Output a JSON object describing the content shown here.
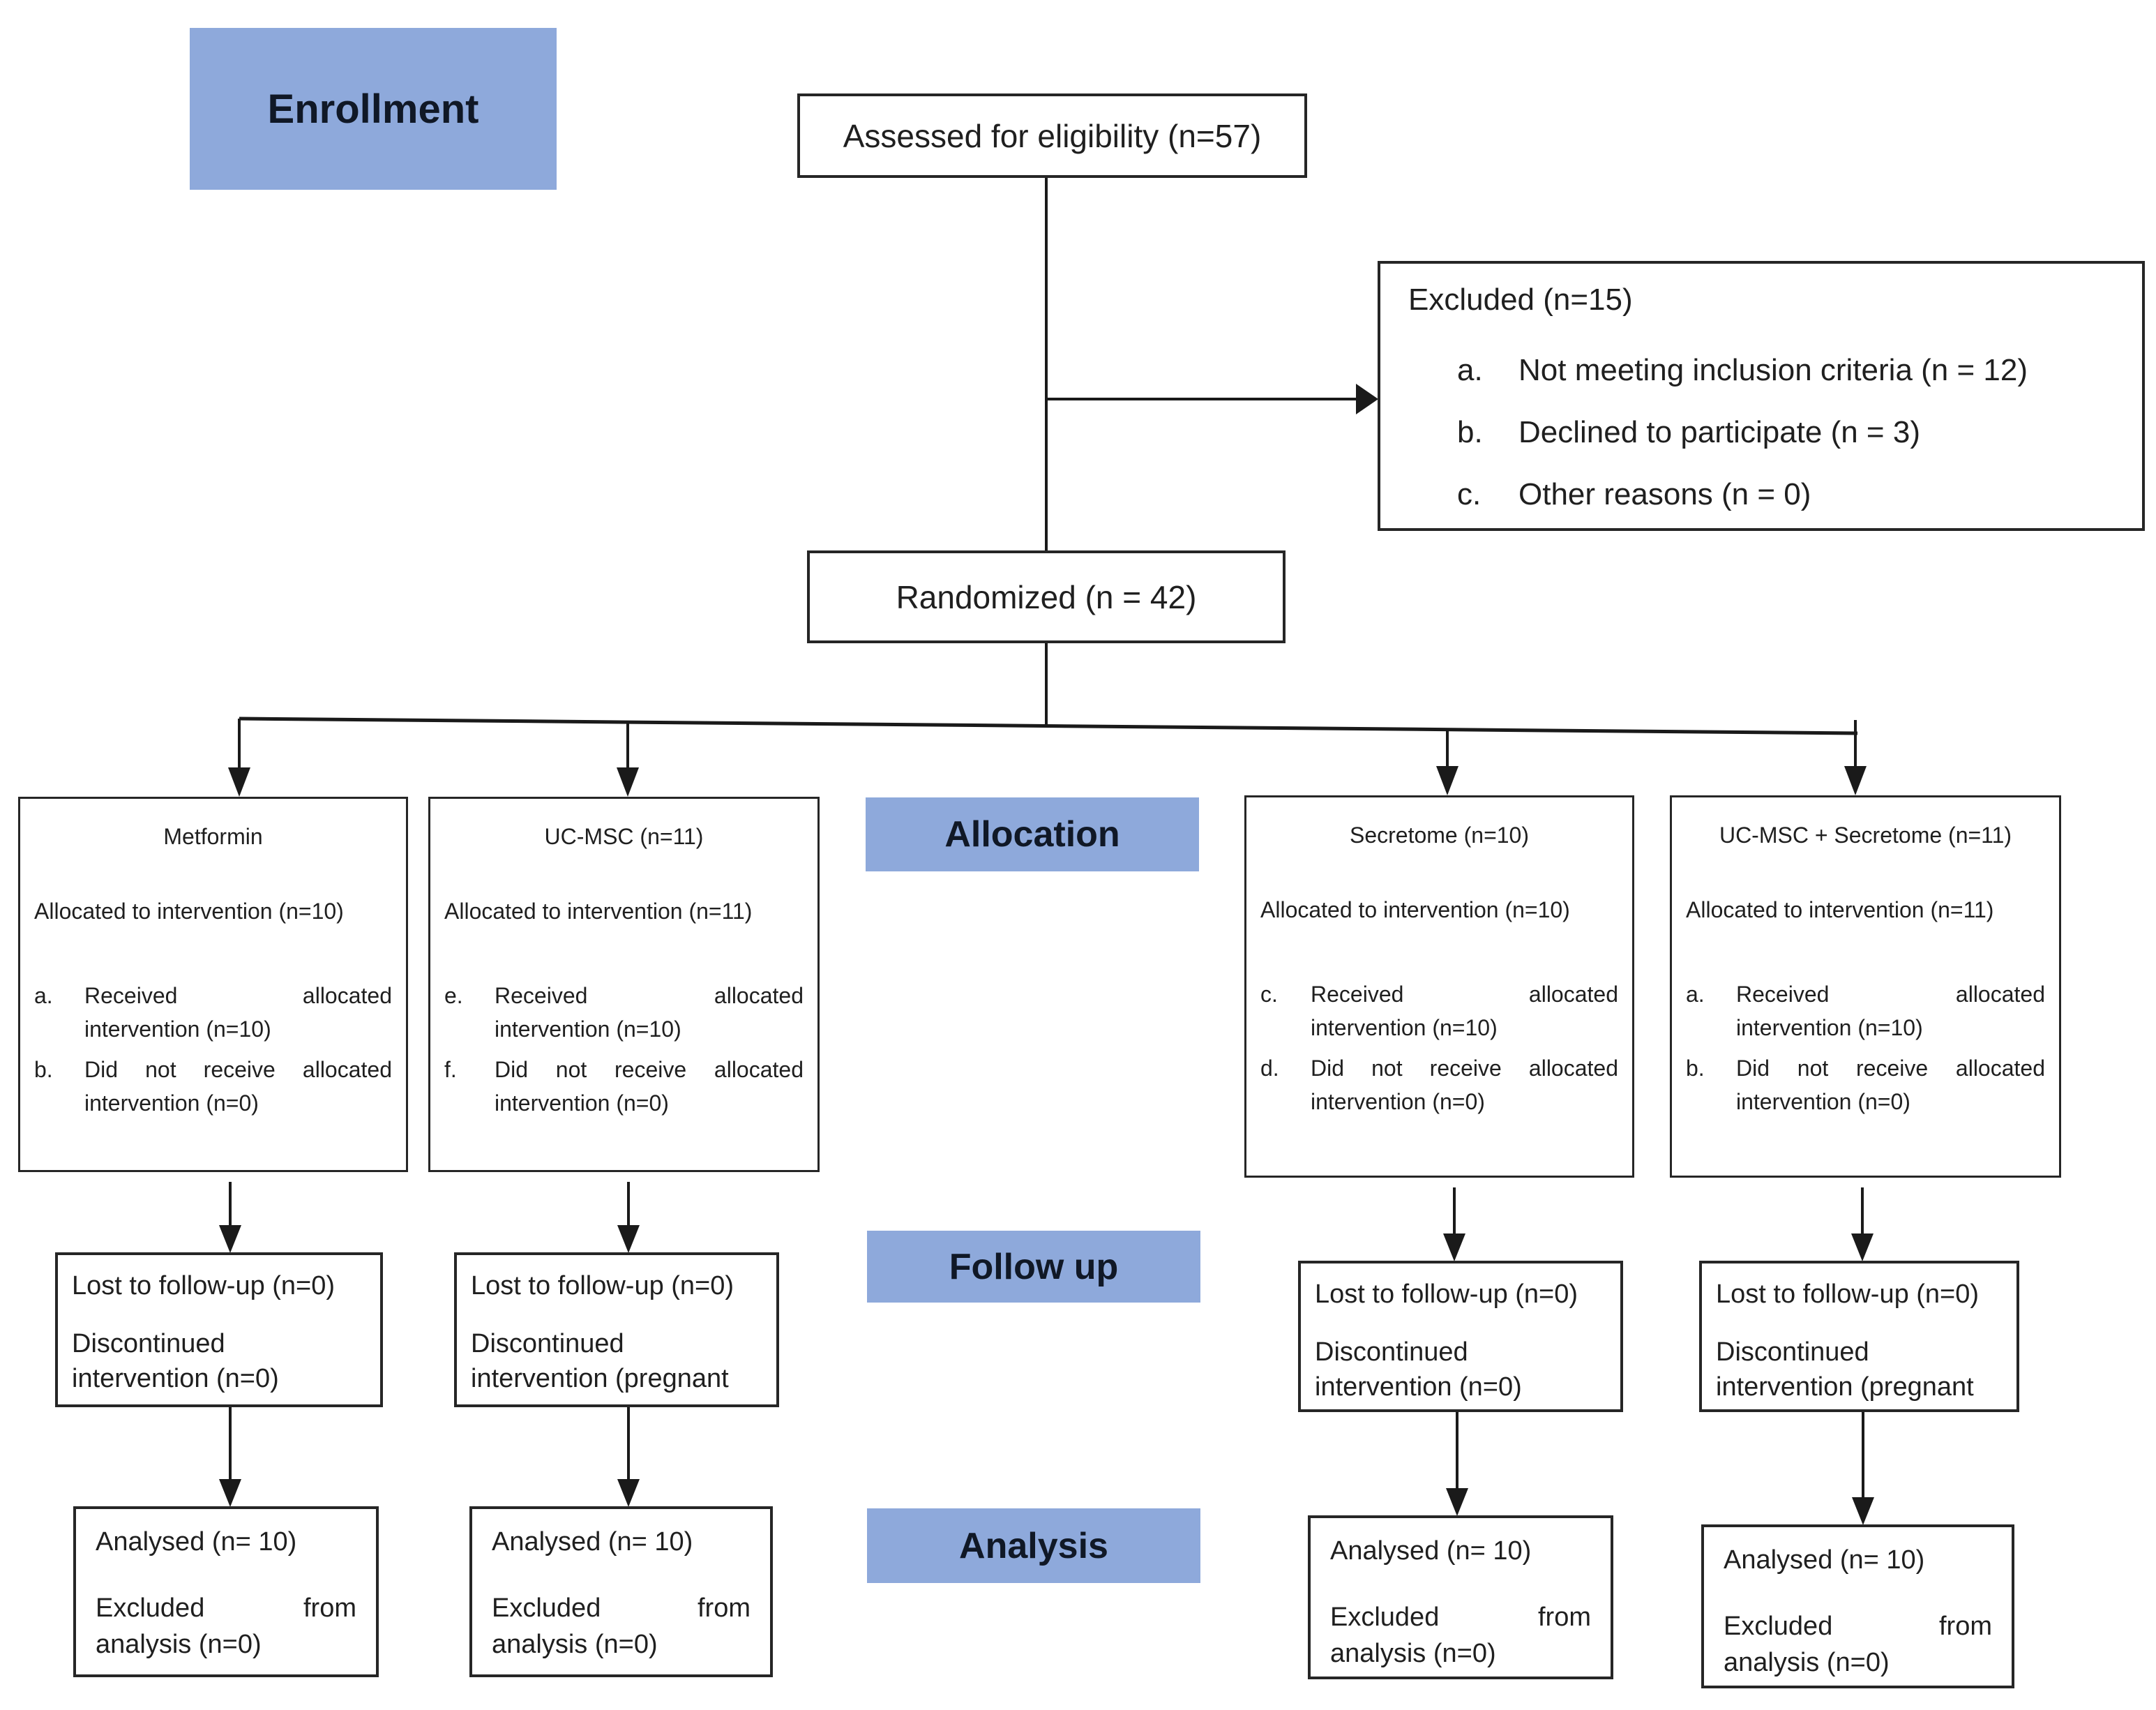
{
  "colors": {
    "section_label_bg": "#8ea9db",
    "box_border": "#262626",
    "line": "#1a1a1a",
    "background": "#ffffff"
  },
  "sections": {
    "enrollment": "Enrollment",
    "allocation": "Allocation",
    "follow_up": "Follow up",
    "analysis": "Analysis"
  },
  "top": {
    "assessed": "Assessed for eligibility (n=57)",
    "randomized": "Randomized (n = 42)",
    "excluded": {
      "title": "Excluded (n=15)",
      "items": [
        {
          "label": "a.",
          "text": "Not meeting inclusion criteria (n = 12)"
        },
        {
          "label": "b.",
          "text": "Declined to participate (n = 3)"
        },
        {
          "label": "c.",
          "text": "Other reasons (n = 0)"
        }
      ]
    }
  },
  "arms": [
    {
      "title": "Metformin",
      "allocated": "Allocated to intervention (n=10)",
      "items": [
        {
          "label": "a.",
          "text": "Received allocated intervention (n=10)"
        },
        {
          "label": "b.",
          "text": "Did not receive allocated intervention (n=0)"
        }
      ],
      "follow_up": {
        "lost": "Lost to follow-up (n=0)",
        "discontinued": "Discontinued intervention (n=0)"
      },
      "analysis": {
        "analysed": "Analysed (n= 10)",
        "excluded": "Excluded from analysis (n=0)"
      }
    },
    {
      "title": "UC-MSC (n=11)",
      "allocated": "Allocated to intervention (n=11)",
      "items": [
        {
          "label": "e.",
          "text": "Received allocated intervention (n=10)"
        },
        {
          "label": "f.",
          "text": "Did not receive allocated intervention (n=0)"
        }
      ],
      "follow_up": {
        "lost": "Lost to follow-up (n=0)",
        "discontinued": "Discontinued intervention (pregnant"
      },
      "analysis": {
        "analysed": "Analysed (n= 10)",
        "excluded": "Excluded from analysis (n=0)"
      }
    },
    {
      "title": "Secretome (n=10)",
      "allocated": "Allocated to intervention (n=10)",
      "items": [
        {
          "label": "c.",
          "text": "Received allocated intervention (n=10)"
        },
        {
          "label": "d.",
          "text": "Did not receive allocated intervention (n=0)"
        }
      ],
      "follow_up": {
        "lost": "Lost to follow-up (n=0)",
        "discontinued": "Discontinued intervention (n=0)"
      },
      "analysis": {
        "analysed": "Analysed (n= 10)",
        "excluded": "Excluded from analysis (n=0)"
      }
    },
    {
      "title": "UC-MSC + Secretome (n=11)",
      "allocated": "Allocated to intervention (n=11)",
      "items": [
        {
          "label": "a.",
          "text": "Received allocated intervention (n=10)"
        },
        {
          "label": "b.",
          "text": "Did not receive allocated intervention (n=0)"
        }
      ],
      "follow_up": {
        "lost": "Lost to follow-up (n=0)",
        "discontinued": "Discontinued intervention (pregnant"
      },
      "analysis": {
        "analysed": "Analysed (n= 10)",
        "excluded": "Excluded from analysis (n=0)"
      }
    }
  ]
}
